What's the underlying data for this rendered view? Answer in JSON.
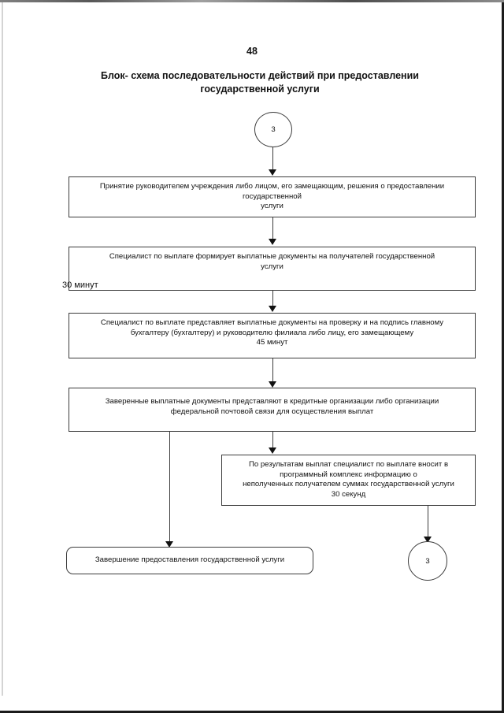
{
  "page": {
    "number": "48",
    "title_line1": "Блок- схема последовательности действий при предоставлении",
    "title_line2": "государственной услуги"
  },
  "colors": {
    "ink": "#111111",
    "stroke": "#3c3c3c",
    "arrow": "#121212",
    "paper": "#ffffff"
  },
  "connectors": {
    "top_circle_label": "3",
    "bottom_circle_label": "3"
  },
  "side_labels": [
    {
      "text": "30 минут"
    }
  ],
  "nodes": [
    {
      "id": "box1",
      "shape": "process",
      "lines": [
        "Принятие руководителем учреждения либо лицом, его замещающим, решения о предоставлении",
        "государственной",
        "услуги"
      ]
    },
    {
      "id": "box2",
      "shape": "process",
      "lines": [
        "Специалист по выплате формирует выплатные документы на получателей государственной",
        "услуги"
      ]
    },
    {
      "id": "box3",
      "shape": "process",
      "lines": [
        "Специалист по выплате представляет выплатные документы на проверку и на подпись главному",
        "бухгалтеру  (бухгалтеру) и руководителю филиала либо лицу, его замещающему",
        "45 минут"
      ]
    },
    {
      "id": "box4",
      "shape": "process",
      "lines": [
        "Заверенные выплатные документы представляют в кредитные организации либо организации",
        "федеральной почтовой связи для осуществления выплат"
      ]
    },
    {
      "id": "box5",
      "shape": "process",
      "lines": [
        "По результатам выплат специалист по выплате вносит в",
        "программный комплекс информацию о",
        "неполученных получателем суммах государственной услуги",
        "30 секунд"
      ]
    },
    {
      "id": "box6",
      "shape": "terminal",
      "lines": [
        "Завершение предоставления государственной услуги"
      ]
    }
  ]
}
